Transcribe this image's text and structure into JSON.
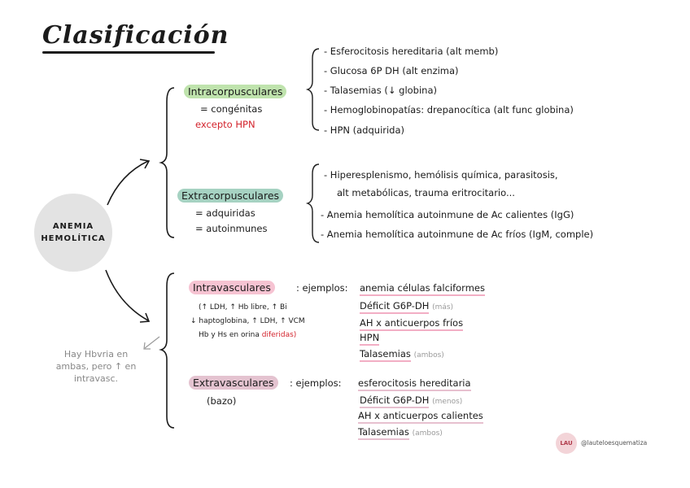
{
  "title": "Clasificación",
  "center": {
    "line1": "ANEMIA",
    "line2": "HEMOLÍTICA"
  },
  "intracorpusculares": {
    "label": "Intracorpusculares",
    "sub1": "= congénitas",
    "sub2": "excepto HPN",
    "items": [
      "- Esferocitosis hereditaria (alt memb)",
      "- Glucosa 6P DH (alt enzima)",
      "- Talasemias (↓ globina)",
      "- Hemoglobinopatías: drepanocítica (alt func globina)",
      "- HPN (adquirida)"
    ]
  },
  "extracorpusculares": {
    "label": "Extracorpusculares",
    "sub1": "= adquiridas",
    "sub2": "= autoinmunes",
    "items": [
      "- Hiperesplenismo, hemólisis química, parasitosis,",
      "alt metabólicas, trauma eritrocitario...",
      "- Anemia hemolítica autoinmune de Ac calientes (IgG)",
      "- Anemia hemolítica autoinmune de Ac fríos (IgM, comple)"
    ]
  },
  "intravasculares": {
    "label": "Intravasculares",
    "ejemplos_label": ": ejemplos:",
    "lab_line1": "(↑ LDH, ↑ Hb libre, ↑ Bi",
    "lab_line2": "↓ haptoglobina, ↑ LDH, ↑ VCM",
    "lab_line3a": "Hb y Hs en orina ",
    "lab_line3b": "diferidas)",
    "examples": [
      {
        "text": "anemia células falciformes",
        "note": ""
      },
      {
        "text": "Déficit G6P-DH",
        "note": "(más)"
      },
      {
        "text": "AH x anticuerpos fríos",
        "note": ""
      },
      {
        "text": "HPN",
        "note": ""
      },
      {
        "text": "Talasemias",
        "note": "(ambos)"
      }
    ]
  },
  "extravasculares": {
    "label": "Extravasculares",
    "ejemplos_label": ": ejemplos:",
    "sub": "(bazo)",
    "examples": [
      {
        "text": "esferocitosis hereditaria",
        "note": ""
      },
      {
        "text": "Déficit G6P-DH",
        "note": "(menos)"
      },
      {
        "text": "AH x anticuerpos calientes",
        "note": ""
      },
      {
        "text": "Talasemias",
        "note": "(ambos)"
      }
    ]
  },
  "side_note": "Hay Hbvria en ambas, pero ↑ en intravasc.",
  "footer": {
    "logo": "LAU",
    "credit": "@lauteloesquematiza"
  },
  "colors": {
    "intracorpusculares": "#bfe3ad",
    "extracorpusculares": "#a6d2c2",
    "intravasculares": "#f6c3d2",
    "extravasculares": "#e4c3d0",
    "red": "#d3232c"
  }
}
